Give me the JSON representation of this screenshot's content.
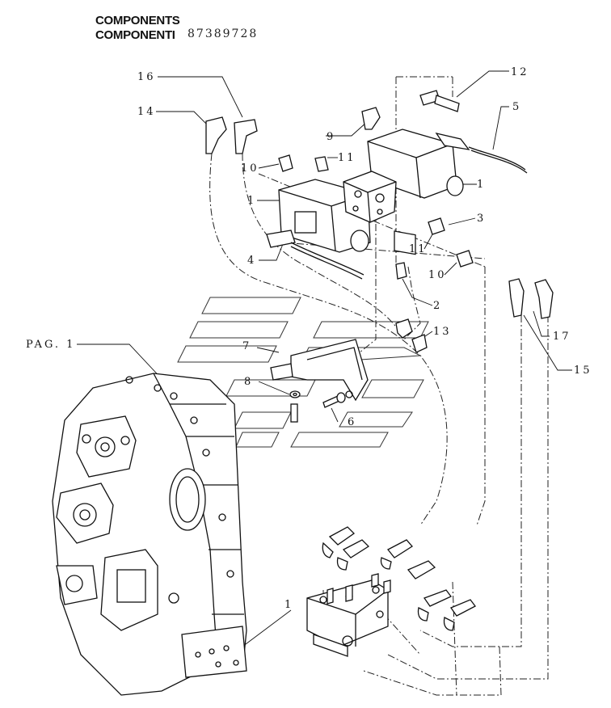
{
  "header": {
    "title_en": "COMPONENTS",
    "title_it": "COMPONENTI",
    "part_code": "87389728"
  },
  "callouts": {
    "c16": "16",
    "c14": "14",
    "c12": "12",
    "c5": "5",
    "c9": "9",
    "c11a": "11",
    "c10a": "10",
    "c1a": "1",
    "c1b": "1",
    "c3": "3",
    "c4": "4",
    "c11b": "11",
    "c10b": "10",
    "c2": "2",
    "c13": "13",
    "c7": "7",
    "c17": "17",
    "c15": "15",
    "c8": "8",
    "c6": "6",
    "pag": "PAG. 1",
    "c1c": "1"
  },
  "icons": [
    "solenoid-valve",
    "hydraulic-elbow-fitting",
    "straight-fitting",
    "transmission-housing",
    "distribution-block",
    "mounting-bracket",
    "bolt",
    "washer",
    "electrical-connector"
  ]
}
